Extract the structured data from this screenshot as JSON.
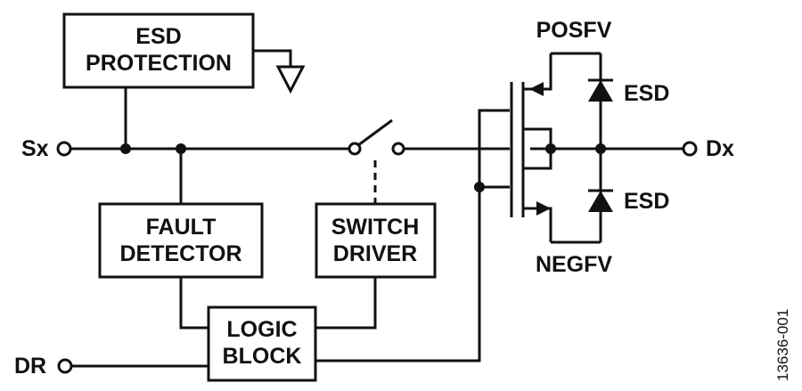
{
  "pins": {
    "sx": "Sx",
    "dr": "DR",
    "dx": "Dx"
  },
  "blocks": {
    "esd_protection_line1": "ESD",
    "esd_protection_line2": "PROTECTION",
    "fault_detector_line1": "FAULT",
    "fault_detector_line2": "DETECTOR",
    "switch_driver_line1": "SWITCH",
    "switch_driver_line2": "DRIVER",
    "logic_block_line1": "LOGIC",
    "logic_block_line2": "BLOCK"
  },
  "rails": {
    "positive": "POSFV",
    "negative": "NEGFV"
  },
  "diodes": {
    "upper": "ESD",
    "lower": "ESD"
  },
  "figure_id": "13636-001"
}
